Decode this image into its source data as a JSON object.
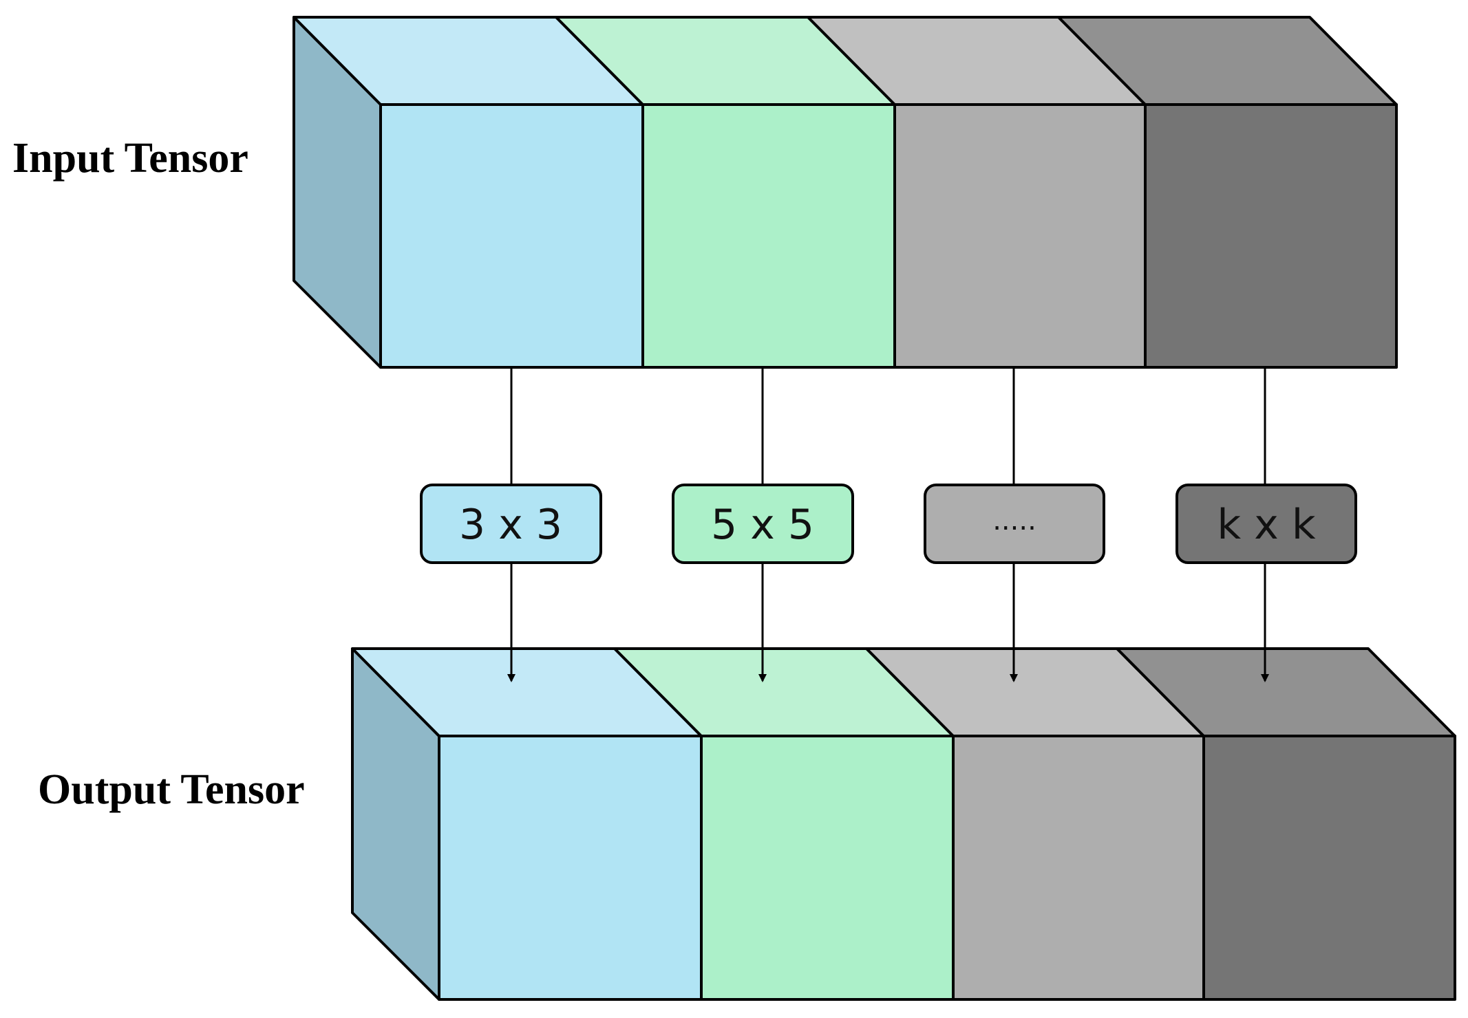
{
  "input_tensor": {
    "label": "Input Tensor"
  },
  "output_tensor": {
    "label": "Output Tensor"
  },
  "kernels": [
    {
      "label": "3 x 3",
      "face": "#b1e4f4",
      "top": "#c3e9f7",
      "side": "#8fb8c8"
    },
    {
      "label": "5 x 5",
      "face": "#acf0c9",
      "top": "#bdf2d3"
    },
    {
      "label": ".....",
      "face": "#aeaeae",
      "top": "#c0c0c0"
    },
    {
      "label": "k x k",
      "face": "#757575",
      "top": "#919191"
    }
  ]
}
